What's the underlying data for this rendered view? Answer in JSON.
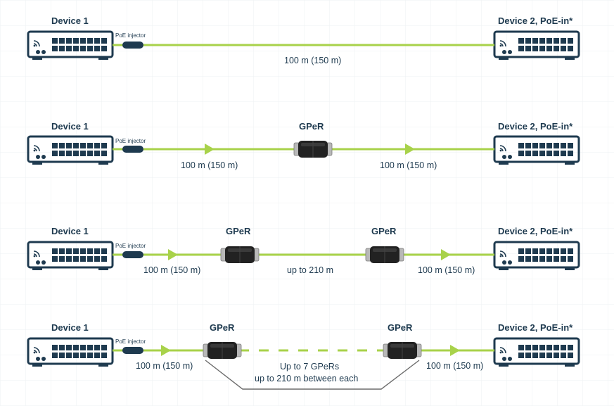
{
  "colors": {
    "device": "#1e3a4f",
    "cable": "#a8d24a",
    "injector": "#1e3a4f",
    "gper_body": "#222222",
    "gper_cap": "#b8b8b8",
    "bracket": "#6b6b6b",
    "grid": "#e9ecef"
  },
  "rows": [
    {
      "device1_title": "Device 1",
      "device2_title": "Device 2, PoE-in*",
      "injector_label": "PoE injector",
      "distance": "100 m (150 m)"
    },
    {
      "device1_title": "Device 1",
      "device2_title": "Device 2, PoE-in*",
      "injector_label": "PoE injector",
      "gper_title": "GPeR",
      "distance_left": "100 m (150 m)",
      "distance_right": "100 m (150 m)"
    },
    {
      "device1_title": "Device 1",
      "device2_title": "Device 2, PoE-in*",
      "injector_label": "PoE injector",
      "gper1_title": "GPeR",
      "gper2_title": "GPeR",
      "distance_left": "100 m (150 m)",
      "distance_middle": "up to 210 m",
      "distance_right": "100 m (150 m)"
    },
    {
      "device1_title": "Device 1",
      "device2_title": "Device 2, PoE-in*",
      "injector_label": "PoE injector",
      "gper1_title": "GPeR",
      "gper2_title": "GPeR",
      "distance_left": "100 m (150 m)",
      "distance_right": "100 m (150 m)",
      "chain_line1": "Up to 7 GPeRs",
      "chain_line2": "up to 210 m between each"
    }
  ]
}
